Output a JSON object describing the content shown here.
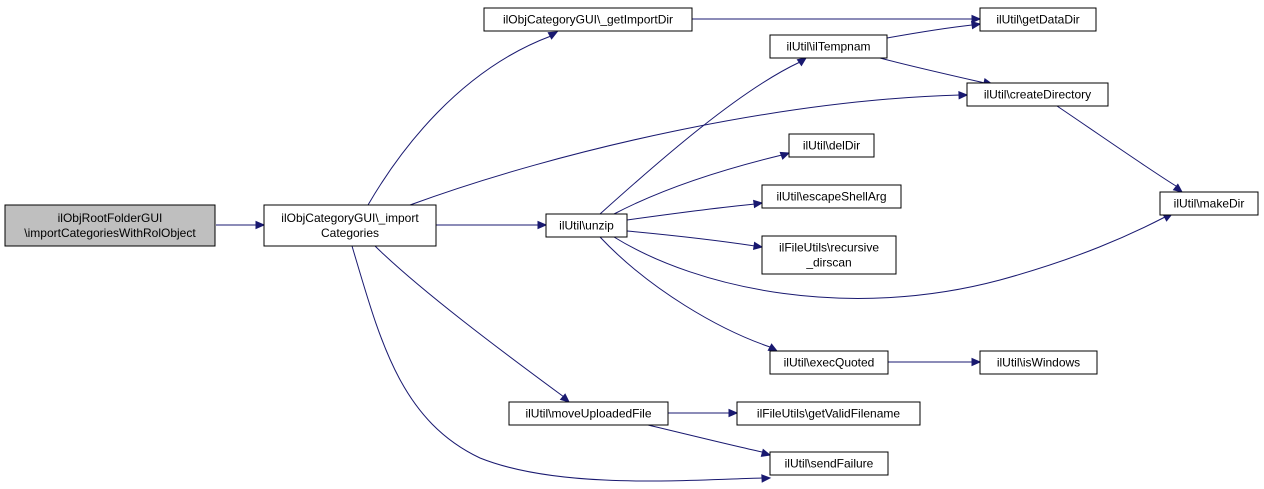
{
  "diagram": {
    "colors": {
      "edge": "#191970",
      "root_fill": "#bfbfbf",
      "node_fill": "#ffffff",
      "border": "#000000"
    },
    "nodes": [
      {
        "id": "root",
        "lines": [
          "ilObjRootFolderGUI",
          "\\importCategoriesWithRolObject"
        ],
        "root": true
      },
      {
        "id": "import",
        "lines": [
          "ilObjCategoryGUI\\_import",
          "Categories"
        ]
      },
      {
        "id": "getImportDir",
        "lines": [
          "ilObjCategoryGUI\\_getImportDir"
        ]
      },
      {
        "id": "unzip",
        "lines": [
          "ilUtil\\unzip"
        ]
      },
      {
        "id": "moveUploaded",
        "lines": [
          "ilUtil\\moveUploadedFile"
        ]
      },
      {
        "id": "sendFailure",
        "lines": [
          "ilUtil\\sendFailure"
        ]
      },
      {
        "id": "tempnam",
        "lines": [
          "ilUtil\\ilTempnam"
        ]
      },
      {
        "id": "delDir",
        "lines": [
          "ilUtil\\delDir"
        ]
      },
      {
        "id": "escape",
        "lines": [
          "ilUtil\\escapeShellArg"
        ]
      },
      {
        "id": "recursive",
        "lines": [
          "ilFileUtils\\recursive",
          "_dirscan"
        ]
      },
      {
        "id": "execQuoted",
        "lines": [
          "ilUtil\\execQuoted"
        ]
      },
      {
        "id": "validFilename",
        "lines": [
          "ilFileUtils\\getValidFilename"
        ]
      },
      {
        "id": "getDataDir",
        "lines": [
          "ilUtil\\getDataDir"
        ]
      },
      {
        "id": "createDir",
        "lines": [
          "ilUtil\\createDirectory"
        ]
      },
      {
        "id": "makeDir",
        "lines": [
          "ilUtil\\makeDir"
        ]
      },
      {
        "id": "isWindows",
        "lines": [
          "ilUtil\\isWindows"
        ]
      }
    ],
    "edges": [
      {
        "from": "root",
        "to": "import"
      },
      {
        "from": "import",
        "to": "getImportDir"
      },
      {
        "from": "import",
        "to": "createDir"
      },
      {
        "from": "import",
        "to": "unzip"
      },
      {
        "from": "import",
        "to": "moveUploaded"
      },
      {
        "from": "import",
        "to": "sendFailure"
      },
      {
        "from": "getImportDir",
        "to": "getDataDir"
      },
      {
        "from": "unzip",
        "to": "tempnam"
      },
      {
        "from": "unzip",
        "to": "delDir"
      },
      {
        "from": "unzip",
        "to": "escape"
      },
      {
        "from": "unzip",
        "to": "recursive"
      },
      {
        "from": "unzip",
        "to": "makeDir"
      },
      {
        "from": "unzip",
        "to": "execQuoted"
      },
      {
        "from": "tempnam",
        "to": "getDataDir"
      },
      {
        "from": "tempnam",
        "to": "createDir"
      },
      {
        "from": "createDir",
        "to": "makeDir"
      },
      {
        "from": "execQuoted",
        "to": "isWindows"
      },
      {
        "from": "moveUploaded",
        "to": "validFilename"
      },
      {
        "from": "moveUploaded",
        "to": "sendFailure"
      }
    ]
  }
}
